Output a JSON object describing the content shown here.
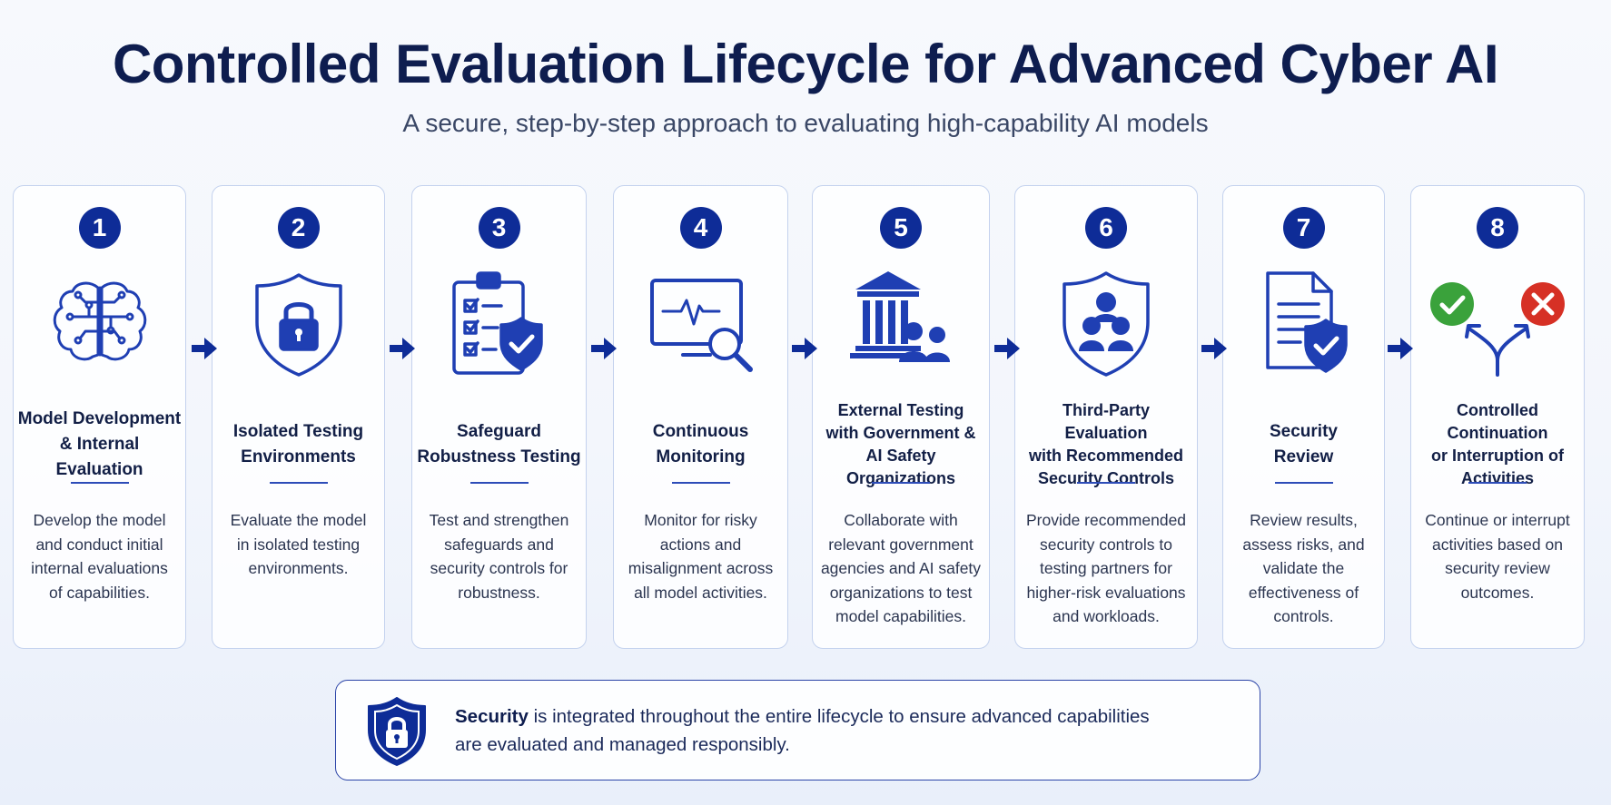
{
  "header": {
    "title": "Controlled Evaluation Lifecycle for Advanced Cyber AI",
    "subtitle": "A secure, step-by-step approach to evaluating high-capability AI models"
  },
  "colors": {
    "primary": "#0e2c97",
    "accent_blue": "#1f3fb3",
    "check_green": "#3aa23b",
    "cross_red": "#d63025"
  },
  "steps": [
    {
      "number": "1",
      "icon": "brain-circuit-icon",
      "title": "Model Development\n& Internal Evaluation",
      "description": "Develop the model\nand conduct initial\ninternal evaluations\nof capabilities."
    },
    {
      "number": "2",
      "icon": "shield-lock-icon",
      "title": "Isolated Testing\nEnvironments",
      "description": "Evaluate the model\nin isolated testing\nenvironments."
    },
    {
      "number": "3",
      "icon": "clipboard-checklist-shield-icon",
      "title": "Safeguard\nRobustness Testing",
      "description": "Test and strengthen\nsafeguards and\nsecurity controls for\nrobustness."
    },
    {
      "number": "4",
      "icon": "monitor-magnifier-icon",
      "title": "Continuous\nMonitoring",
      "description": "Monitor for risky\nactions and\nmisalignment across\nall model activities."
    },
    {
      "number": "5",
      "icon": "government-building-people-icon",
      "title": "External Testing\nwith Government &\nAI Safety Organizations",
      "description": "Collaborate with\nrelevant government\nagencies and AI safety\norganizations to test\nmodel capabilities."
    },
    {
      "number": "6",
      "icon": "shield-people-icon",
      "title": "Third-Party Evaluation\nwith Recommended\nSecurity Controls",
      "description": "Provide recommended\nsecurity controls to\ntesting partners for\nhigher-risk evaluations\nand workloads."
    },
    {
      "number": "7",
      "icon": "document-shield-icon",
      "title": "Security\nReview",
      "description": "Review results,\nassess risks, and\nvalidate the\neffectiveness of\ncontrols."
    },
    {
      "number": "8",
      "icon": "decision-check-cross-icon",
      "title": "Controlled Continuation\nor Interruption of\nActivities",
      "description": "Continue or interrupt\nactivities based on\nsecurity review\noutcomes."
    }
  ],
  "footer": {
    "icon": "shield-lock-icon",
    "bold": "Security",
    "text": " is integrated throughout the entire lifecycle to ensure advanced capabilities\nare evaluated and managed responsibly."
  }
}
